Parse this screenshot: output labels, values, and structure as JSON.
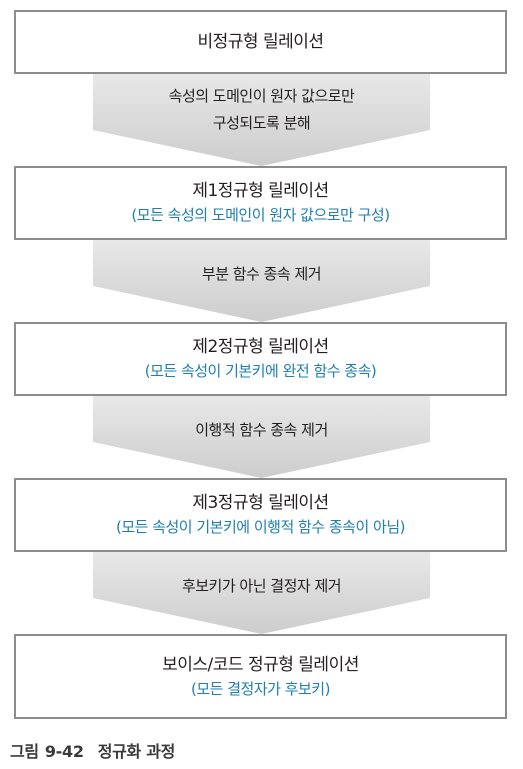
{
  "steps": [
    {
      "title": "비정규형 릴레이션",
      "note": ""
    },
    {
      "title": "제1정규형 릴레이션",
      "note": "(모든 속성의 도메인이 원자 값으로만 구성)"
    },
    {
      "title": "제2정규형 릴레이션",
      "note": "(모든 속성이 기본키에 완전 함수 종속)"
    },
    {
      "title": "제3정규형 릴레이션",
      "note": "(모든 속성이 기본키에 이행적 함수 종속이 아님)"
    },
    {
      "title": "보이스/코드 정규형 릴레이션",
      "note": "(모든 결정자가 후보키)"
    }
  ],
  "transitions": [
    {
      "line1": "속성의 도메인이 원자 값으로만",
      "line2": "구성되도록 분해"
    },
    {
      "line1": "부분 함수 종속 제거"
    },
    {
      "line1": "이행적 함수 종속 제거"
    },
    {
      "line1": "후보키가 아닌 결정자 제거"
    }
  ],
  "caption": {
    "prefix": "그림",
    "number": "9-42",
    "text": "정규화 과정"
  },
  "colors": {
    "box_border": "#8c8c8c",
    "note_text": "#1f7fb0",
    "arrow_top": "#e6e6e6",
    "arrow_bottom": "#cfcfcf"
  }
}
